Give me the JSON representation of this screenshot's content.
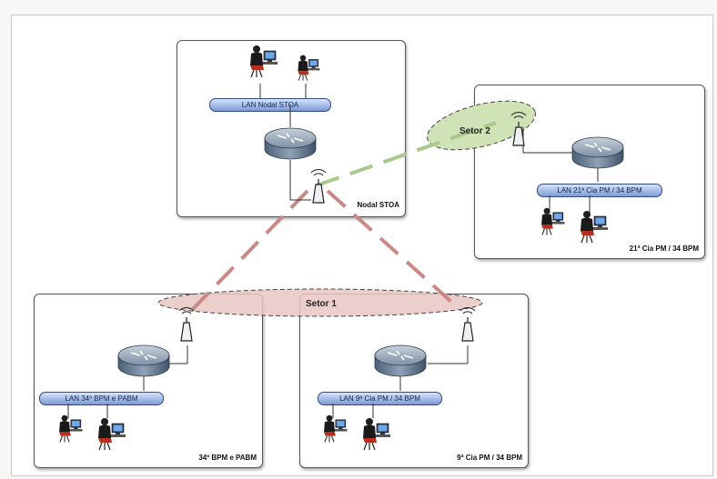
{
  "sites": {
    "nodal": {
      "label": "Nodal STOA",
      "lan": "LAN Nodal STOA"
    },
    "cia21": {
      "label": "21ª Cia PM / 34 BPM",
      "lan": "LAN 21ª Cia PM / 34 BPM"
    },
    "bpm34": {
      "label": "34º BPM e PABM",
      "lan": "LAN 34º BPM e PABM"
    },
    "cia9": {
      "label": "9ª Cia PM / 34 BPM",
      "lan": "LAN 9ª Cia PM / 34 BPM"
    }
  },
  "sectors": {
    "sector1": "Setor 1",
    "sector2": "Setor 2"
  },
  "icons": [
    "router-icon",
    "antenna-icon",
    "workstation-user-icon"
  ],
  "colors": {
    "sector1_link": "#c98a86",
    "sector2_link": "#a9c98c",
    "sector1_fill": "#e9c6c3",
    "sector2_fill": "#cfe3b6",
    "lan_bar": "#9fb8e6"
  }
}
